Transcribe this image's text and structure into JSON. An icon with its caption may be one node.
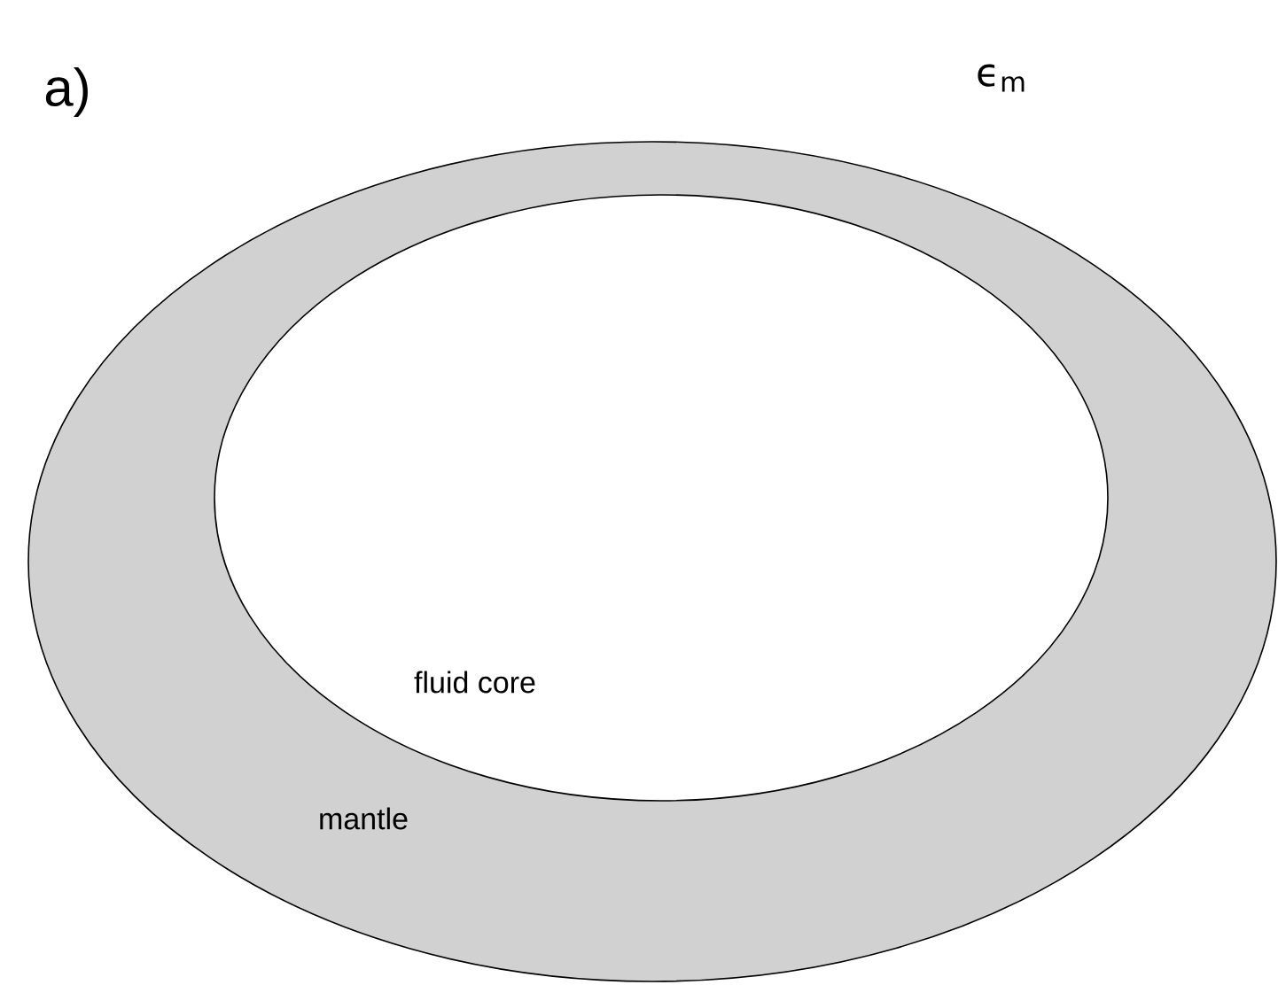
{
  "diagram": {
    "nodes": [
      {
        "text": [
          "mantle"
        ]
      },
      {
        "text": [
          "fluid core"
        ],
        "in": 0
      }
    ],
    "labels": [
      "a)",
      "ϵ$_{m}$"
    ]
  }
}
